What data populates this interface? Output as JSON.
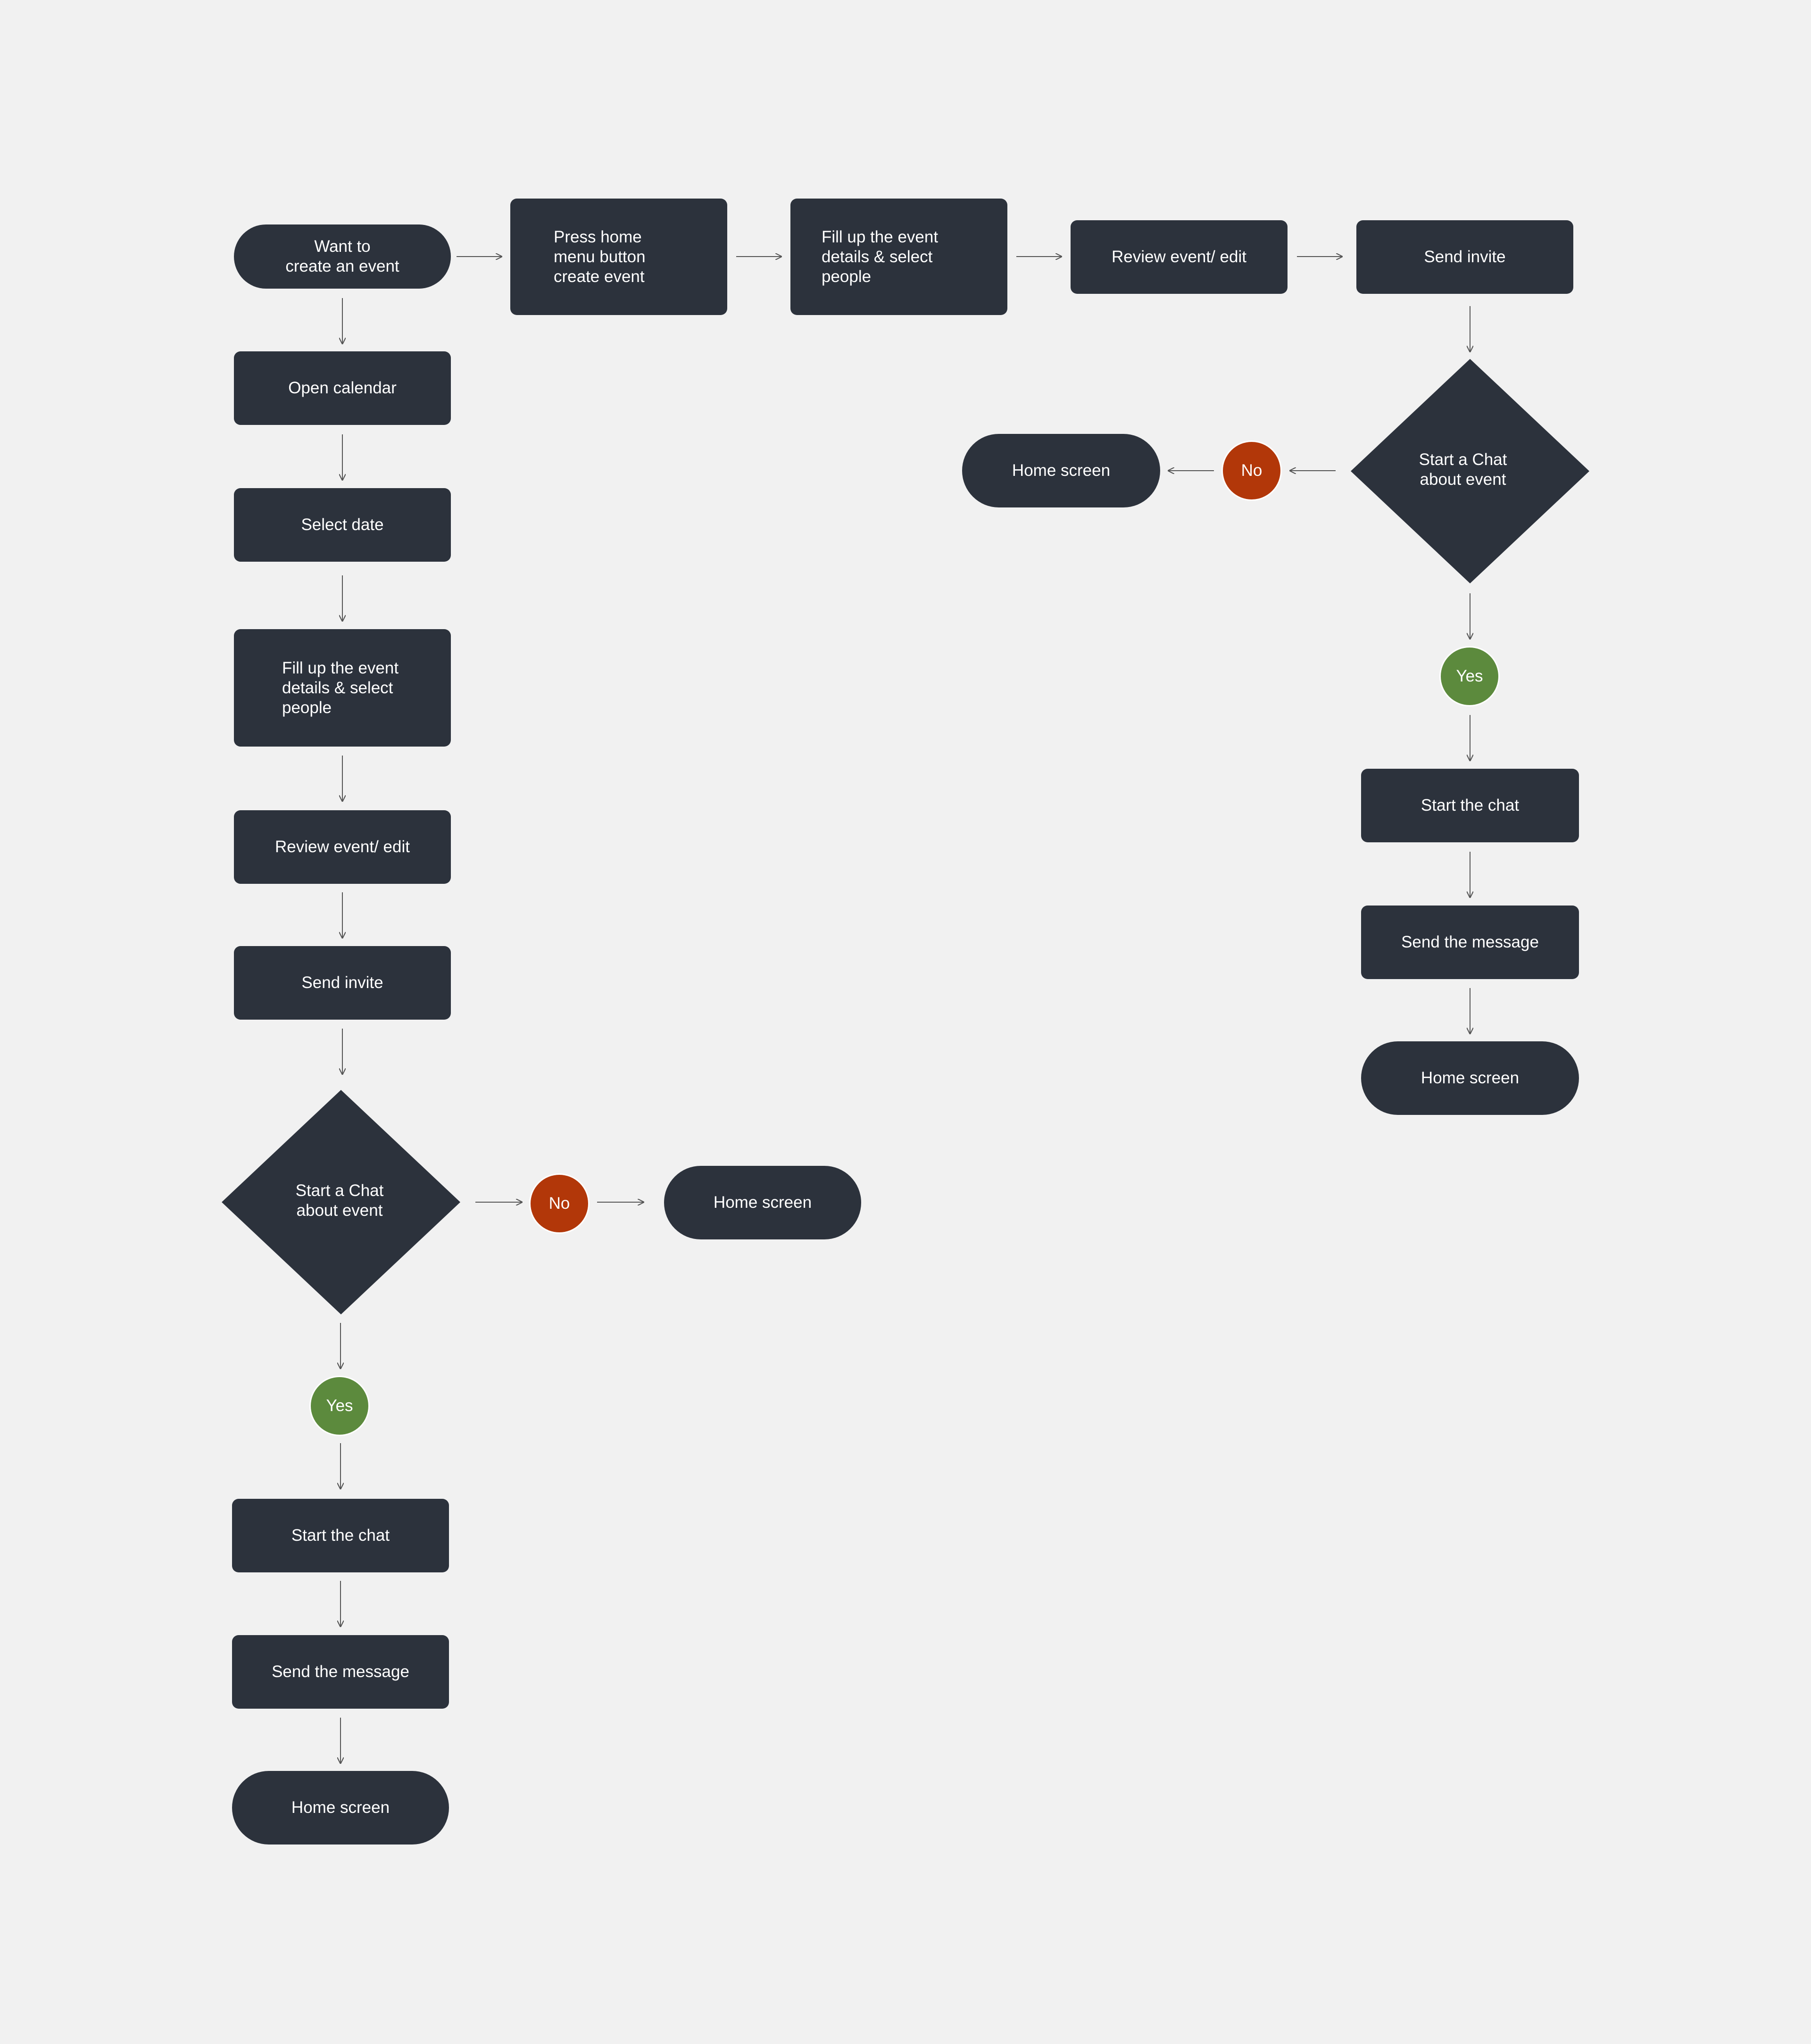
{
  "colors": {
    "background": "#f1f1f1",
    "node": "#2c323c",
    "no": "#b23709",
    "yes": "#5c8a3d",
    "connector": "#555555"
  },
  "flow_a": {
    "start": "Want to\ncreate an event",
    "open_calendar": "Open calendar",
    "select_date": "Select date",
    "fill_details": "Fill up the event\ndetails & select\npeople",
    "review": "Review event/ edit",
    "send_invite": "Send invite",
    "decision": "Start a Chat\nabout event",
    "no": "No",
    "no_end": "Home screen",
    "yes": "Yes",
    "start_chat": "Start the chat",
    "send_message": "Send the message",
    "end": "Home screen"
  },
  "flow_b": {
    "press_home": "Press home\nmenu button\ncreate event",
    "fill_details": "Fill up the event\ndetails & select\npeople",
    "review": "Review event/ edit",
    "send_invite": "Send invite",
    "decision": "Start a Chat\nabout event",
    "no": "No",
    "no_end": "Home screen",
    "yes": "Yes",
    "start_chat": "Start the chat",
    "send_message": "Send the message",
    "end": "Home screen"
  }
}
